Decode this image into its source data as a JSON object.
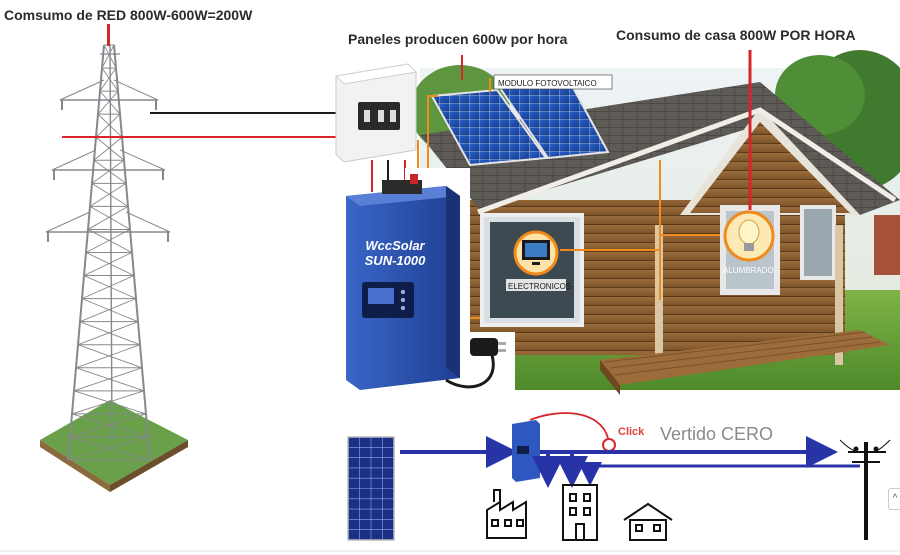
{
  "labels": {
    "red_consumption": "Comsumo de RED 800W-600W=200W",
    "panels_produce": "Paneles producen 600w por hora",
    "house_consumption": "Consumo de casa 800W POR HORA",
    "module": "MODULO FOTOVOLTAICO",
    "electronics": "ELECTRONICOS",
    "lighting": "ALUMBRADO",
    "zero_export": "Vertido CERO",
    "click": "Click"
  },
  "inverter": {
    "brand": "WccSolar",
    "model": "SUN-1000"
  },
  "icons": [
    "transmission-tower-icon",
    "breaker-box-icon",
    "solar-panel-icon",
    "inverter-icon",
    "house-icon",
    "tv-icon",
    "bulb-icon",
    "plug-icon",
    "factory-icon",
    "building-icon",
    "home-icon",
    "utility-pole-icon"
  ],
  "colors": {
    "red_wire": "#d8252b",
    "black_wire": "#1b1b1b",
    "flow_blue": "#2833a8",
    "inverter_blue": "#2b4fb0",
    "callout_orange": "#f08a1c"
  }
}
